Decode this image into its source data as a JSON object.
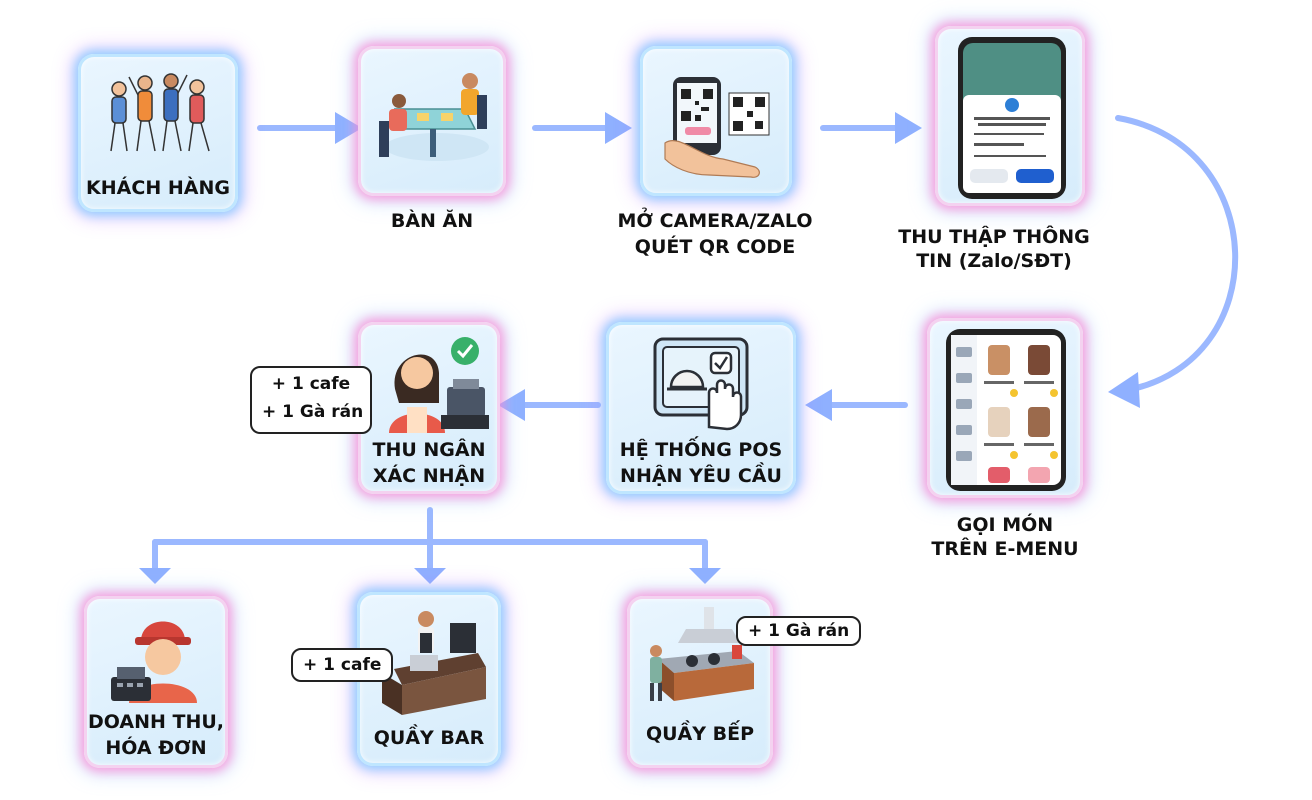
{
  "nodes": {
    "customer": "KHÁCH HÀNG",
    "table": "BÀN ĂN",
    "scan_line1": "MỞ CAMERA/ZALO",
    "scan_line2": "QUÉT QR CODE",
    "collect_line1": "THU THẬP THÔNG",
    "collect_line2": "TIN (Zalo/SĐT)",
    "order_line1": "GỌI MÓN",
    "order_line2": "TRÊN E-MENU",
    "pos_line1": "HỆ THỐNG POS",
    "pos_line2": "NHẬN YÊU CẦU",
    "cashier_line1": "THU NGÂN",
    "cashier_line2": "XÁC NHẬN",
    "revenue_line1": "DOANH THU,",
    "revenue_line2": "HÓA ĐƠN",
    "bar": "QUẦY BAR",
    "kitchen": "QUẦY BẾP"
  },
  "tags": {
    "cashier_order_line1": "+ 1 cafe",
    "cashier_order_line2": "+ 1 Gà rán",
    "bar_order": "+ 1 cafe",
    "kitchen_order": "+ 1 Gà rán"
  },
  "colors": {
    "arrow": "#8fb0ff",
    "glow_blue": "#78c8ff",
    "glow_pink": "#ff82d2",
    "tile_bg": "#e3f2fd"
  },
  "icons": [
    "people-icon",
    "dining-table-icon",
    "qr-scan-icon",
    "phone-form-icon",
    "menu-phone-icon",
    "pos-terminal-icon",
    "cashier-icon",
    "invoice-icon",
    "bar-counter-icon",
    "kitchen-icon"
  ]
}
